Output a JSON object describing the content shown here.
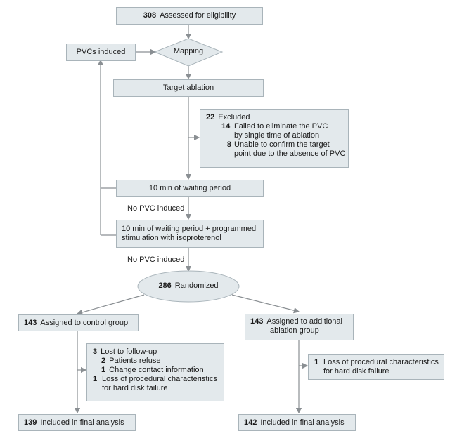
{
  "assessed": {
    "n": "308",
    "label": "Assessed for eligibility"
  },
  "pvcs_induced": "PVCs induced",
  "mapping": "Mapping",
  "target_ablation": "Target ablation",
  "excluded": {
    "n": "22",
    "label": "Excluded",
    "items": [
      {
        "n": "14",
        "lines": [
          "Failed to eliminate the PVC",
          "by single time of ablation"
        ]
      },
      {
        "n": "8",
        "lines": [
          "Unable to confirm the target",
          "point due to the absence of PVC"
        ]
      }
    ]
  },
  "waiting": "10 min of waiting period",
  "no_pvc_1": "No PVC induced",
  "waiting_iso": [
    "10 min of waiting period + programmed",
    "stimulation with isoproterenol"
  ],
  "no_pvc_2": "No PVC induced",
  "randomized": {
    "n": "286",
    "label": "Randomized"
  },
  "control": {
    "n": "143",
    "label": "Assigned to control group"
  },
  "additional": {
    "n": "143",
    "lines": [
      "Assigned to additional",
      "ablation group"
    ]
  },
  "control_losses": {
    "lost": {
      "n": "3",
      "label": "Lost to follow-up"
    },
    "refuse": {
      "n": "2",
      "label": "Patients refuse"
    },
    "contact": {
      "n": "1",
      "label": "Change contact information"
    },
    "disk": {
      "n": "1",
      "lines": [
        "Loss of procedural characteristics",
        "for hard disk failure"
      ]
    }
  },
  "additional_loss": {
    "n": "1",
    "lines": [
      "Loss of procedural characteristics",
      "for hard disk failure"
    ]
  },
  "control_final": {
    "n": "139",
    "label": "Included in final analysis"
  },
  "additional_final": {
    "n": "142",
    "label": "Included in final analysis"
  },
  "colors": {
    "box_fill": "#e3e9ec",
    "box_border": "#a9b4ba",
    "arrow": "#8a8f93"
  }
}
